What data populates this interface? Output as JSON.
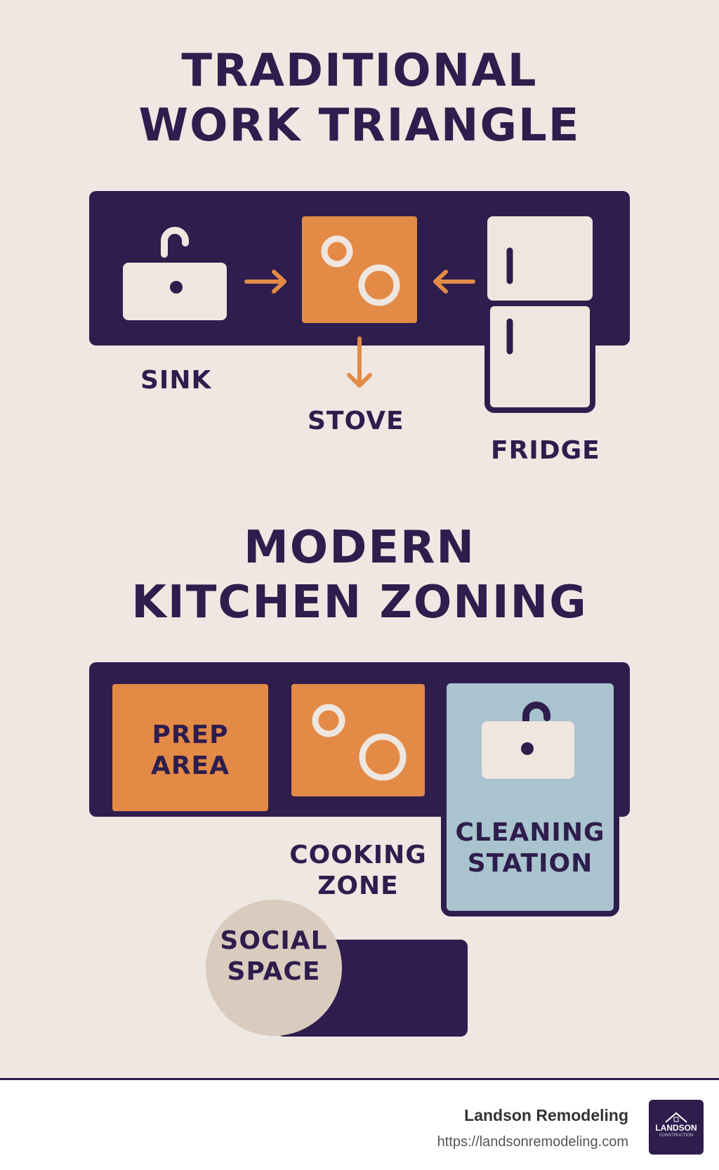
{
  "sections": {
    "traditional": {
      "title_line1": "TRADITIONAL",
      "title_line2": "WORK TRIANGLE",
      "sink_label": "SINK",
      "stove_label": "STOVE",
      "fridge_label": "FRIDGE"
    },
    "modern": {
      "title_line1": "MODERN",
      "title_line2": "KITCHEN ZONING",
      "prep_line1": "PREP",
      "prep_line2": "AREA",
      "cooking_line1": "COOKING",
      "cooking_line2": "ZONE",
      "cleaning_line1": "CLEANING",
      "cleaning_line2": "STATION",
      "social_line1": "SOCIAL",
      "social_line2": "SPACE"
    }
  },
  "footer": {
    "company": "Landson Remodeling",
    "url": "https://landsonremodeling.com",
    "logo_word": "LANDSON",
    "logo_sub": "CONSTRUCTION"
  },
  "colors": {
    "background": "#efe7e1",
    "dark_purple": "#2e1d4d",
    "orange": "#e38a47",
    "cream": "#efe6df",
    "light_blue": "#a9c4ce",
    "beige": "#d9cbbd"
  },
  "icons": [
    "sink-icon",
    "stove-burners-icon",
    "fridge-icon",
    "arrow-right-icon",
    "arrow-left-icon",
    "arrow-down-icon",
    "faucet-icon"
  ]
}
